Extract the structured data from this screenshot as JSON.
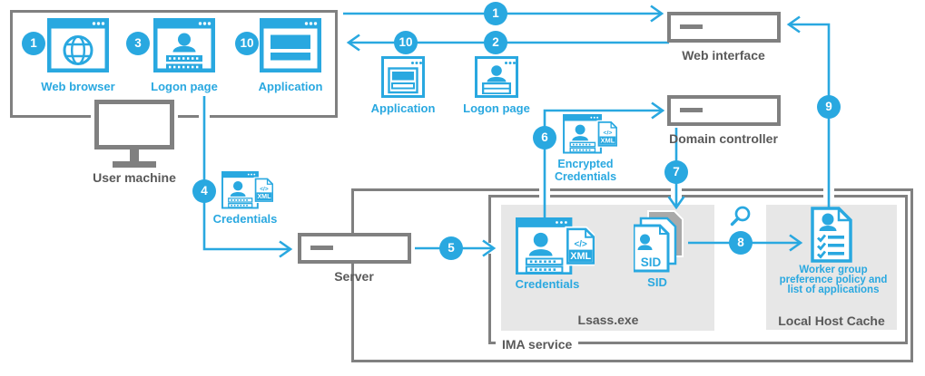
{
  "colors": {
    "blue": "#29A8E0",
    "border_gray": "#808080",
    "label_gray": "#595959",
    "panel_gray": "#E7E7E7",
    "stack_gray": "#A9A9A9"
  },
  "user_machine": {
    "box_label": "User machine",
    "items": [
      {
        "badge": "1",
        "label": "Web browser"
      },
      {
        "badge": "3",
        "label": "Logon page"
      },
      {
        "badge": "10",
        "label": "Application"
      }
    ]
  },
  "nodes": {
    "web_interface": {
      "label": "Web interface"
    },
    "domain_controller": {
      "label": "Domain controller"
    },
    "server": {
      "label": "Server"
    }
  },
  "return_icons": {
    "application": {
      "label": "Application"
    },
    "logon_page": {
      "label": "Logon page"
    }
  },
  "flow": {
    "f1": "1",
    "f2": "2",
    "f10": "10",
    "f4": "4",
    "f5": "5",
    "f6": "6",
    "f7": "7",
    "f8": "8",
    "f9": "9"
  },
  "icons": {
    "credentials_user": {
      "label": "Credentials"
    },
    "encrypted_credentials": {
      "label": "Encrypted\nCredentials"
    },
    "credentials_lsass": {
      "label": "Credentials"
    },
    "sid": {
      "label": "SID",
      "doc_text": "SID"
    },
    "worker_doc": {
      "label": "Worker group\npreference policy and\nlist of applications"
    },
    "xml_badge": {
      "code": "</>",
      "xml": "XML"
    }
  },
  "ima": {
    "label": "IMA service",
    "lsass_label": "Lsass.exe",
    "lhc_label": "Local Host Cache"
  }
}
